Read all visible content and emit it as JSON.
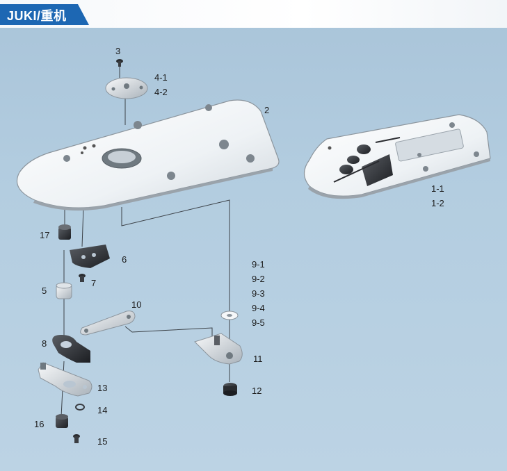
{
  "header": {
    "title": "JUKI/重机"
  },
  "callouts": {
    "c3": "3",
    "c4_1": "4-1",
    "c4_2": "4-2",
    "c2": "2",
    "c1_1": "1-1",
    "c1_2": "1-2",
    "c17": "17",
    "c6": "6",
    "c7": "7",
    "c5": "5",
    "c9_1": "9-1",
    "c9_2": "9-2",
    "c9_3": "9-3",
    "c9_4": "9-4",
    "c9_5": "9-5",
    "c10": "10",
    "c8": "8",
    "c11": "11",
    "c13": "13",
    "c12": "12",
    "c14": "14",
    "c16": "16",
    "c15": "15"
  },
  "colors": {
    "header_blue": "#1d67b3",
    "metal_light": "#f4f6f8",
    "metal_dark": "#9aa3ab",
    "dark_part": "#2a2c30"
  }
}
